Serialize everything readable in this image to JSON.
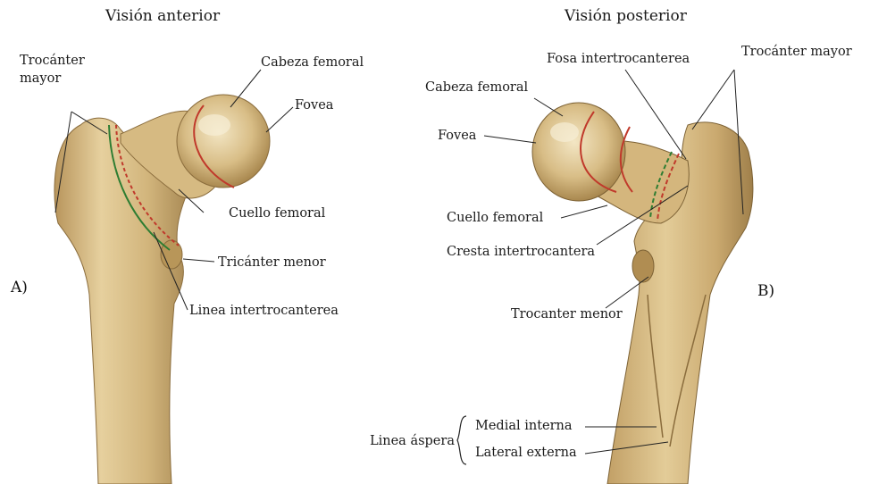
{
  "titles": {
    "anterior": "Visión anterior",
    "posterior": "Visión posterior"
  },
  "panels": {
    "a": "A)",
    "b": "B)"
  },
  "anterior_labels": {
    "trocanter_mayor_line1": "Trocánter",
    "trocanter_mayor_line2": "mayor",
    "cabeza_femoral": "Cabeza femoral",
    "fovea": "Fovea",
    "cuello_femoral": "Cuello femoral",
    "tricanter_menor": "Tricánter menor",
    "linea_intertrocanterea": "Linea intertrocanterea"
  },
  "posterior_labels": {
    "fosa_intertrocanterea": "Fosa intertrocanterea",
    "trocanter_mayor": "Trocánter mayor",
    "cabeza_femoral": "Cabeza femoral",
    "fovea": "Fovea",
    "cuello_femoral": "Cuello femoral",
    "cresta_intertrocantera": "Cresta intertrocantera",
    "trocanter_menor": "Trocanter menor",
    "linea_aspera": "Linea áspera",
    "medial_interna": "Medial interna",
    "lateral_externa": "Lateral externa"
  },
  "colors": {
    "bone": "#d9c08a",
    "bone_shadow": "#a88a52",
    "bone_highlight": "#efe0b8",
    "capsule_red": "#c0392b",
    "capsule_green": "#2e7d32",
    "leader": "#222222"
  }
}
